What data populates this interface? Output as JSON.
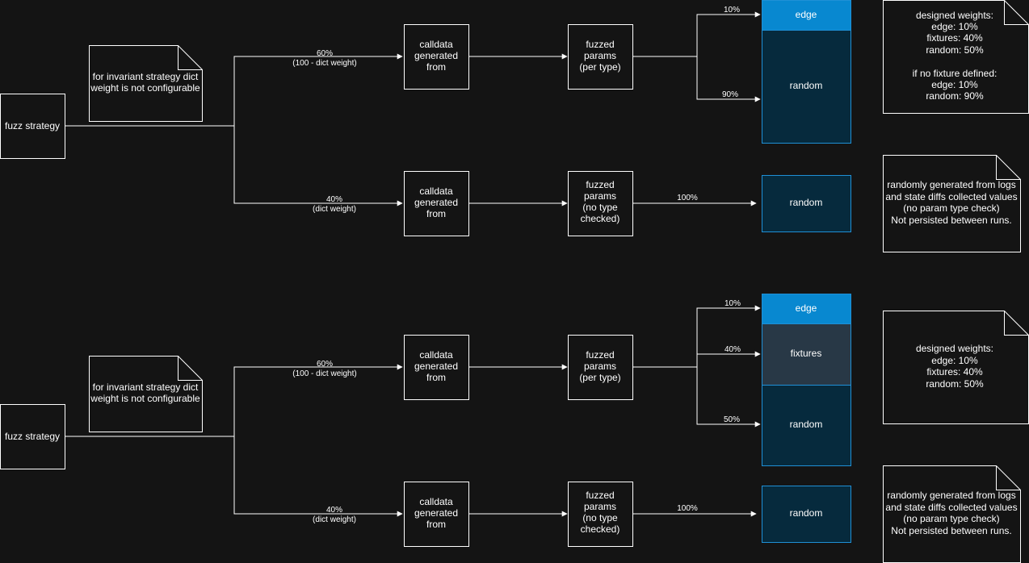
{
  "colors": {
    "background": "#141414",
    "edge_fill": "#0888d0",
    "random_fill": "#062a3d",
    "fixtures_fill": "#283846",
    "bucket_stroke": "#1f90d6",
    "line": "#ffffff"
  },
  "top": {
    "fuzz_strategy": "fuzz strategy",
    "note_invariant": [
      "for invariant strategy dict",
      "weight is not configurable"
    ],
    "branch_upper": {
      "pct": "60%",
      "label": "(100 - dict weight)"
    },
    "branch_lower": {
      "pct": "40%",
      "label": "(dict weight)"
    },
    "calldata_upper": [
      "calldata",
      "generated",
      "from"
    ],
    "calldata_lower": [
      "calldata",
      "generated",
      "from"
    ],
    "params_upper": [
      "fuzzed",
      "params",
      "(per type)"
    ],
    "params_lower": [
      "fuzzed",
      "params",
      "(no type",
      "checked)"
    ],
    "to_edge_pct": "10%",
    "to_random_pct": "90%",
    "to_random2_pct": "100%",
    "edge_label": "edge",
    "random_label": "random",
    "random2_label": "random",
    "note_weights": [
      "designed weights:",
      "edge: 10%",
      "fixtures: 40%",
      "random: 50%",
      "",
      "if no fixture defined:",
      "edge: 10%",
      "random: 90%"
    ],
    "note_logs": [
      "randomly generated from logs",
      "and state diffs collected values",
      "(no param type check)",
      "Not persisted between runs."
    ]
  },
  "bottom": {
    "fuzz_strategy": "fuzz strategy",
    "note_invariant": [
      "for invariant strategy dict",
      "weight is not configurable"
    ],
    "branch_upper": {
      "pct": "60%",
      "label": "(100 - dict weight)"
    },
    "branch_lower": {
      "pct": "40%",
      "label": "(dict weight)"
    },
    "calldata_upper": [
      "calldata",
      "generated",
      "from"
    ],
    "calldata_lower": [
      "calldata",
      "generated",
      "from"
    ],
    "params_upper": [
      "fuzzed",
      "params",
      "(per type)"
    ],
    "params_lower": [
      "fuzzed",
      "params",
      "(no type",
      "checked)"
    ],
    "to_edge_pct": "10%",
    "to_fixtures_pct": "40%",
    "to_random_pct": "50%",
    "to_random2_pct": "100%",
    "edge_label": "edge",
    "fixtures_label": "fixtures",
    "random_label": "random",
    "random2_label": "random",
    "note_weights": [
      "designed weights:",
      "edge: 10%",
      "fixtures: 40%",
      "random: 50%"
    ],
    "note_logs": [
      "randomly generated from logs",
      "and state diffs collected values",
      "(no param type check)",
      "Not persisted between runs."
    ]
  }
}
